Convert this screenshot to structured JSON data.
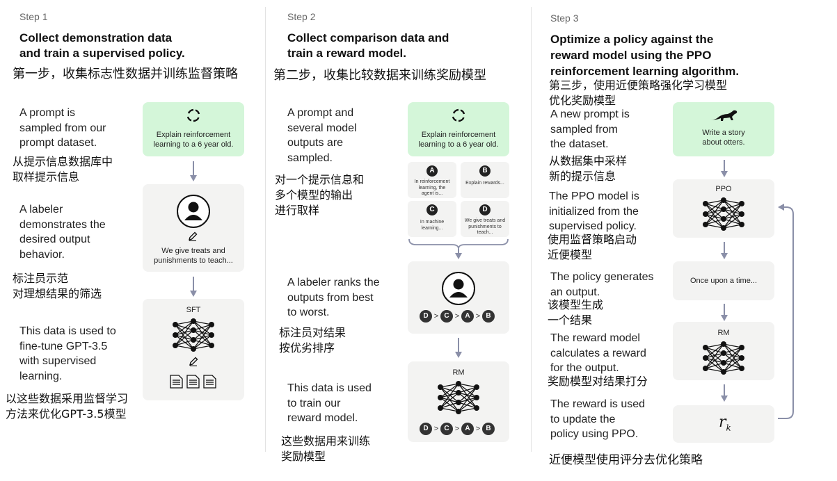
{
  "step1": {
    "label": "Step 1",
    "title_line1": "Collect demonstration data",
    "title_line2": "and train a supervised policy.",
    "cn_title": "第一步，收集标志性数据并训练监督策略",
    "prompt_desc": [
      "A prompt is",
      "sampled from our",
      "prompt dataset."
    ],
    "prompt_cn": [
      "从提示信息数据库中",
      "取样提示信息"
    ],
    "prompt_box_text": [
      "Explain reinforcement",
      "learning to a 6 year old."
    ],
    "labeler_desc": [
      "A labeler",
      "demonstrates the",
      "desired output",
      "behavior."
    ],
    "labeler_cn": [
      "标注员示范",
      "对理想结果的筛选"
    ],
    "demo_box_text": [
      "We give treats and",
      "punishments to teach..."
    ],
    "train_desc": [
      "This data is used to",
      "fine-tune GPT-3.5",
      "with supervised",
      "learning."
    ],
    "train_cn": [
      "以这些数据采用监督学习",
      "方法来优化GPT-3.5模型"
    ],
    "model_label": "SFT"
  },
  "step2": {
    "label": "Step 2",
    "title_line1": "Collect comparison data and",
    "title_line2": "train a reward model.",
    "cn_title": "第二步，收集比较数据来训练奖励模型",
    "prompt_desc": [
      "A prompt and",
      "several model",
      "outputs are",
      "sampled."
    ],
    "prompt_cn": [
      "对一个提示信息和",
      "多个模型的输出",
      "进行取样"
    ],
    "prompt_box_text": [
      "Explain reinforcement",
      "learning to a 6 year old."
    ],
    "outputs": [
      {
        "badge": "A",
        "text": [
          "In reinforcement",
          "learning, the",
          "agent is..."
        ]
      },
      {
        "badge": "B",
        "text": [
          "Explain rewards..."
        ]
      },
      {
        "badge": "C",
        "text": [
          "In machine",
          "learning..."
        ]
      },
      {
        "badge": "D",
        "text": [
          "We give treats and",
          "punishments to",
          "teach..."
        ]
      }
    ],
    "rank_desc": [
      "A labeler ranks the",
      "outputs from best",
      "to worst."
    ],
    "rank_cn": [
      "标注员对结果",
      "按优劣排序"
    ],
    "ranking": [
      "D",
      "C",
      "A",
      "B"
    ],
    "rank_separator": ">",
    "train_desc": [
      "This data is used",
      "to train our",
      "reward model."
    ],
    "train_cn": [
      "这些数据用来训练",
      "奖励模型"
    ],
    "model_label": "RM"
  },
  "step3": {
    "label": "Step 3",
    "title_line1": "Optimize a policy against the",
    "title_line2": "reward model using the PPO",
    "title_line3": "reinforcement learning algorithm.",
    "cn_title": [
      "第三步，使用近便策略强化学习模型",
      "优化奖励模型"
    ],
    "prompt_desc": [
      "A new prompt is",
      "sampled from",
      "the dataset."
    ],
    "prompt_cn": [
      "从数据集中采样",
      "新的提示信息"
    ],
    "prompt_box_text": [
      "Write a story",
      "about otters."
    ],
    "ppo_desc": [
      "The PPO model is",
      "initialized from the",
      "supervised policy."
    ],
    "ppo_cn": [
      "使用监督策略启动",
      "近便模型"
    ],
    "ppo_label": "PPO",
    "gen_desc": [
      "The policy generates",
      "an output."
    ],
    "gen_cn": [
      "该模型生成",
      "一个结果"
    ],
    "output_text": "Once upon a time...",
    "rm_desc": [
      "The reward model",
      "calculates a reward",
      "for the output."
    ],
    "rm_cn": "奖励模型对结果打分",
    "rm_label": "RM",
    "update_desc": [
      "The reward is used",
      "to update the",
      "policy using PPO."
    ],
    "reward_symbol": "r",
    "reward_sub": "k",
    "footer_cn": "近便模型使用评分去优化策略"
  }
}
